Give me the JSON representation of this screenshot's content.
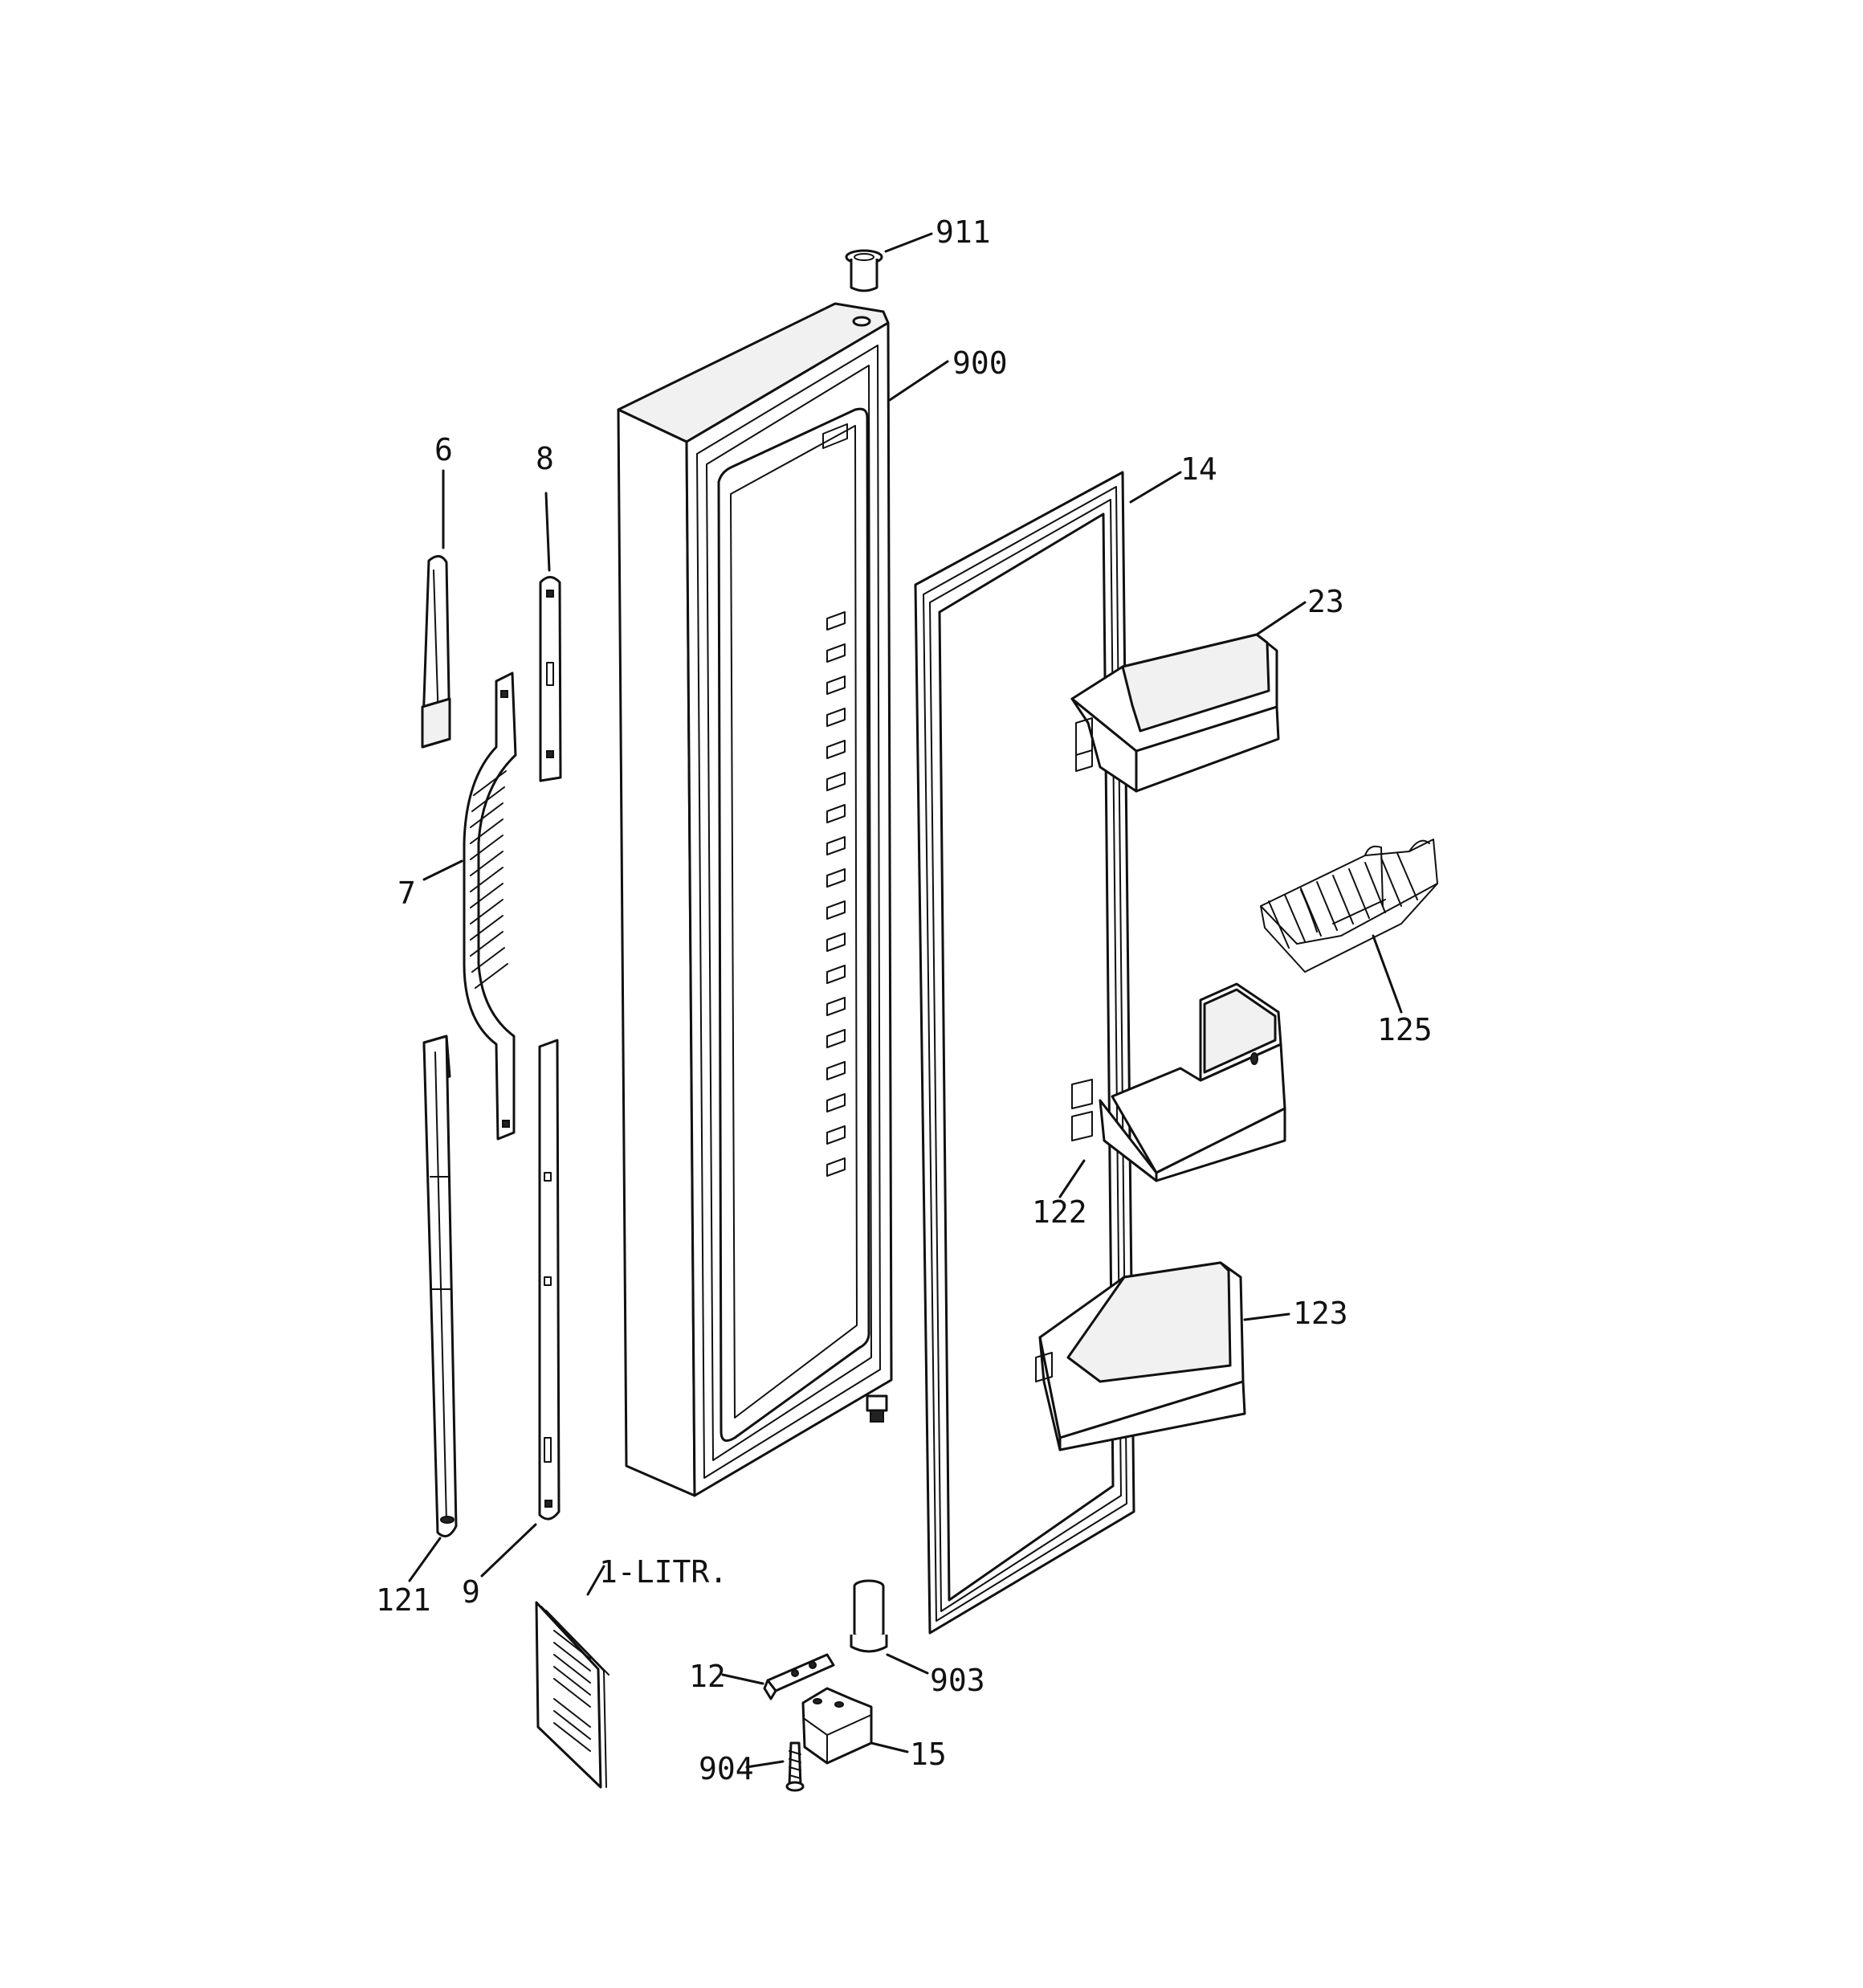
{
  "diagram": {
    "labels": {
      "l911": "911",
      "l900": "900",
      "l14": "14",
      "l6": "6",
      "l8": "8",
      "l23": "23",
      "l7": "7",
      "l125": "125",
      "l122": "122",
      "l123": "123",
      "l121": "121",
      "l9": "9",
      "llitr": "1-LITR.",
      "l12": "12",
      "l903": "903",
      "l904": "904",
      "l15": "15"
    }
  }
}
